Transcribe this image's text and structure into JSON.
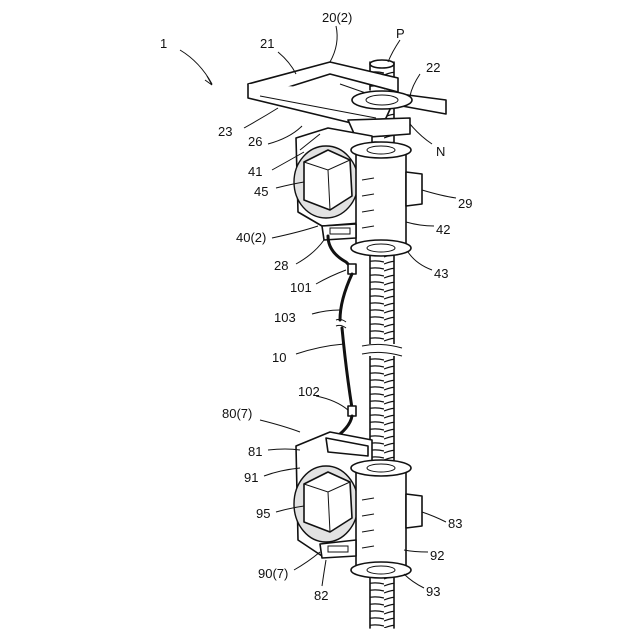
{
  "labels": {
    "l1": "1",
    "l20": "20(2)",
    "l21": "21",
    "lP": "P",
    "l22": "22",
    "l23": "23",
    "l26": "26",
    "l41": "41",
    "lN": "N",
    "l45": "45",
    "l29": "29",
    "l40": "40(2)",
    "l42": "42",
    "l28": "28",
    "l43": "43",
    "l101": "101",
    "l103": "103",
    "l10": "10",
    "l102": "102",
    "l80": "80(7)",
    "l81": "81",
    "l91": "91",
    "l95": "95",
    "l83": "83",
    "l92": "92",
    "l90": "90(7)",
    "l93": "93",
    "l82": "82"
  }
}
